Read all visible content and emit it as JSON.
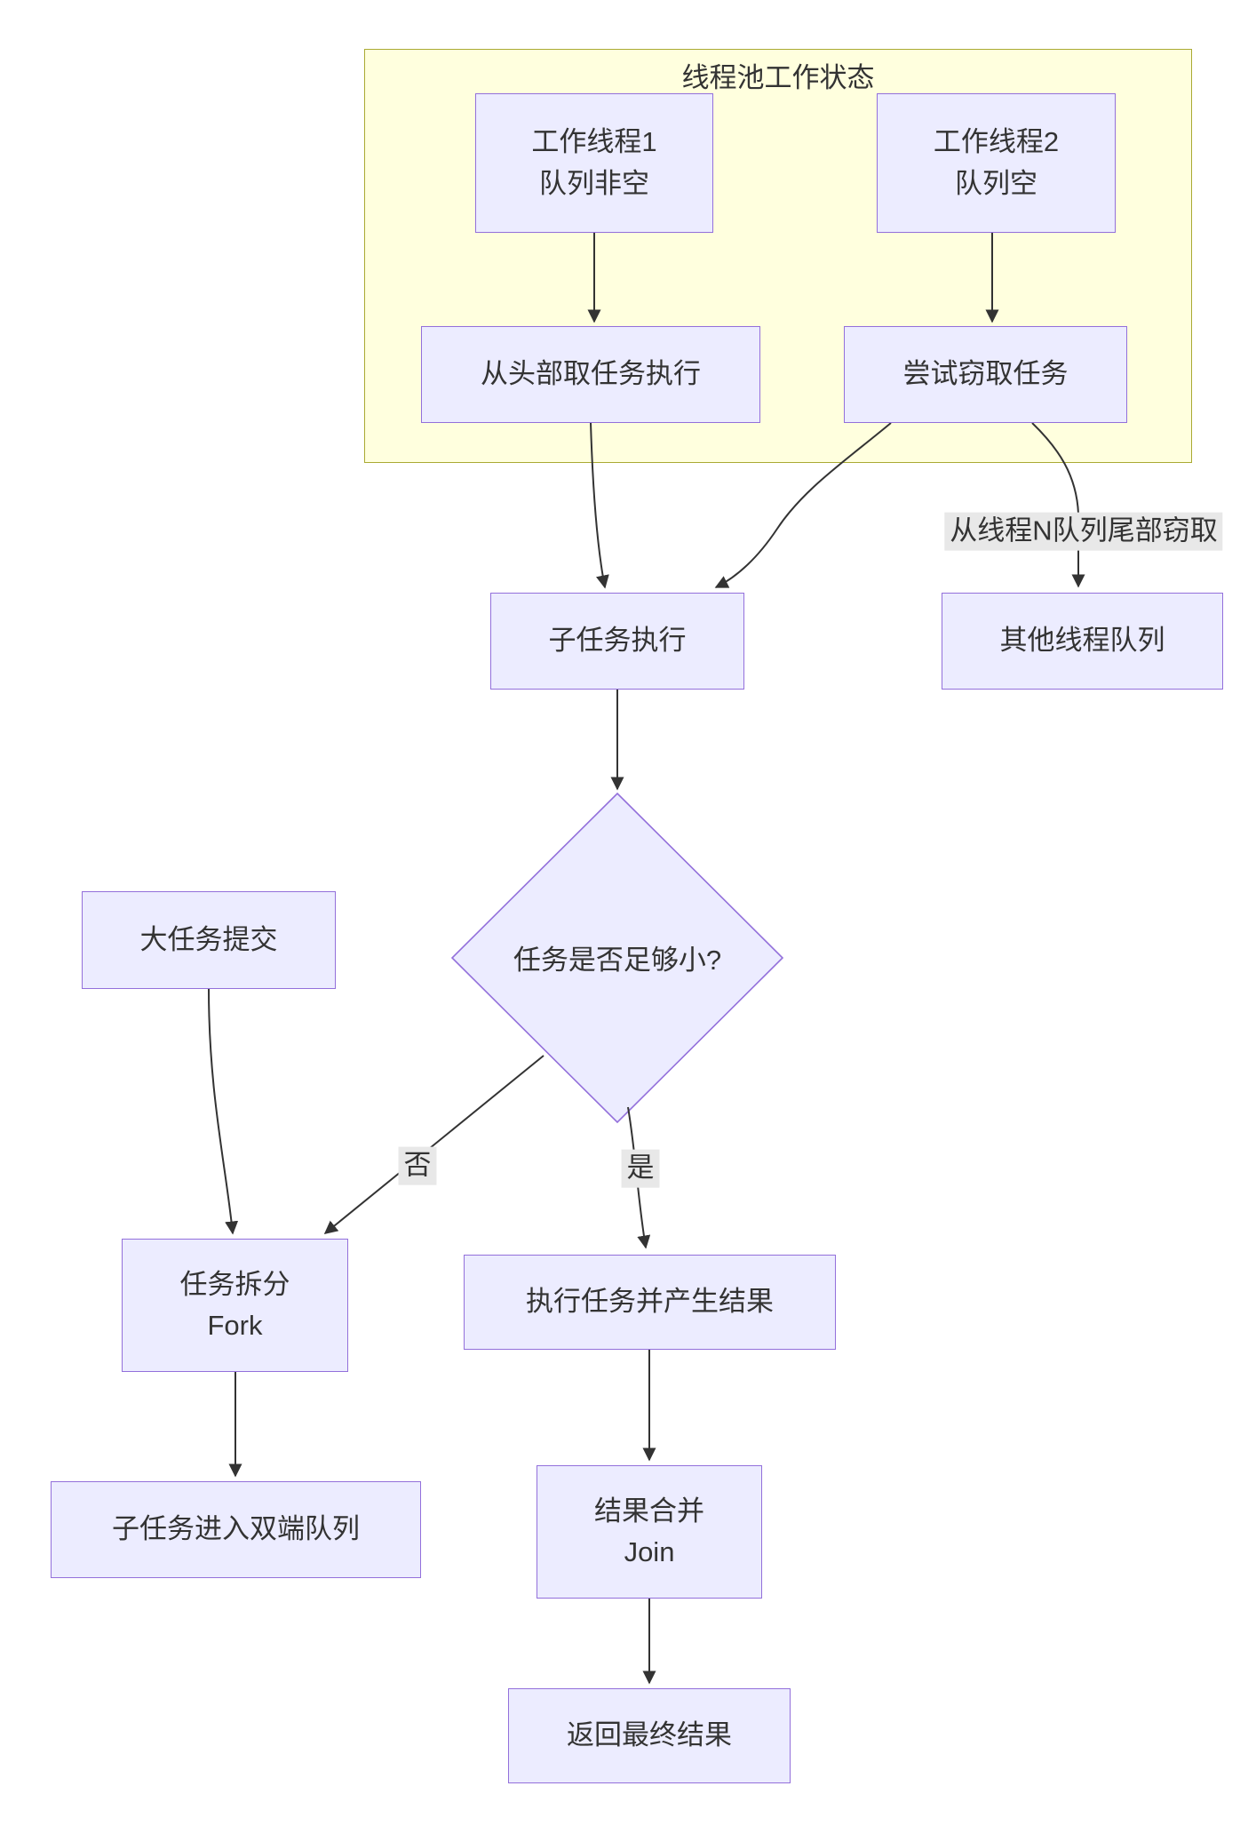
{
  "colors": {
    "canvas_bg": "#ffffff",
    "node_fill": "#ECECFF",
    "node_border": "#9370DB",
    "cluster_fill": "#FFFFDE",
    "cluster_border": "#AAAA33",
    "edge_stroke": "#333333",
    "text": "#333333",
    "edge_label_bg": "#E8E8E8"
  },
  "cluster": {
    "title": "线程池工作状态"
  },
  "nodes": [
    {
      "id": "worker1",
      "lines": [
        "工作线程1",
        "队列非空"
      ]
    },
    {
      "id": "worker2",
      "lines": [
        "工作线程2",
        "队列空"
      ]
    },
    {
      "id": "take-head",
      "lines": [
        "从头部取任务执行"
      ]
    },
    {
      "id": "try-steal",
      "lines": [
        "尝试窃取任务"
      ]
    },
    {
      "id": "subtask-exec",
      "lines": [
        "子任务执行"
      ]
    },
    {
      "id": "other-queues",
      "lines": [
        "其他线程队列"
      ]
    },
    {
      "id": "small-enough",
      "lines": [
        "任务是否足够小?"
      ]
    },
    {
      "id": "big-task",
      "lines": [
        "大任务提交"
      ]
    },
    {
      "id": "fork",
      "lines": [
        "任务拆分",
        "Fork"
      ]
    },
    {
      "id": "exec-result",
      "lines": [
        "执行任务并产生结果"
      ]
    },
    {
      "id": "deque",
      "lines": [
        "子任务进入双端队列"
      ]
    },
    {
      "id": "join",
      "lines": [
        "结果合并",
        "Join"
      ]
    },
    {
      "id": "final-result",
      "lines": [
        "返回最终结果"
      ]
    }
  ],
  "edge_labels": {
    "steal_from_tail": "从线程N队列尾部窃取",
    "no": "否",
    "yes": "是"
  }
}
